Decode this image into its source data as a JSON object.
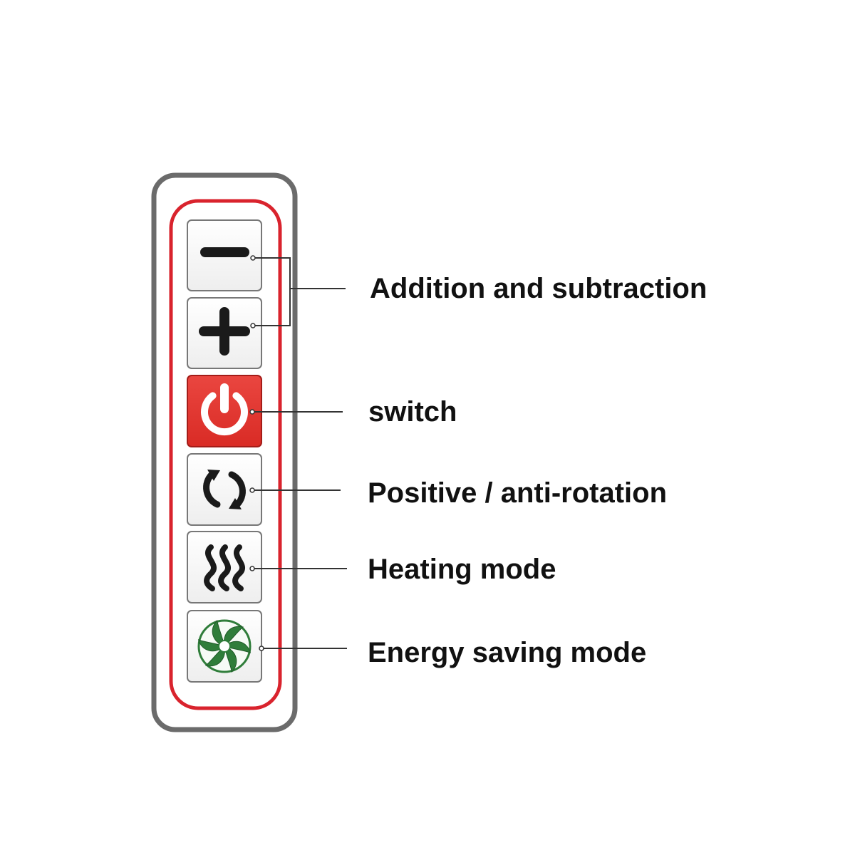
{
  "labels": {
    "add_sub": "Addition and subtraction",
    "switch": "switch",
    "rotation": "Positive / anti-rotation",
    "heating": "Heating mode",
    "energy": "Energy saving mode"
  },
  "buttons": [
    {
      "name": "minus-button",
      "icon": "minus-icon"
    },
    {
      "name": "plus-button",
      "icon": "plus-icon"
    },
    {
      "name": "power-button",
      "icon": "power-icon"
    },
    {
      "name": "rotation-button",
      "icon": "rotation-arrows-icon"
    },
    {
      "name": "heating-button",
      "icon": "heat-waves-icon"
    },
    {
      "name": "energy-saving-button",
      "icon": "fan-icon"
    }
  ],
  "colors": {
    "outline": "#6b6b6b",
    "inner_outline": "#d9232d",
    "power_bg": "#e3342f",
    "icon": "#1a1a1a",
    "fan": "#2f7d3a",
    "leader_line": "#333333"
  }
}
